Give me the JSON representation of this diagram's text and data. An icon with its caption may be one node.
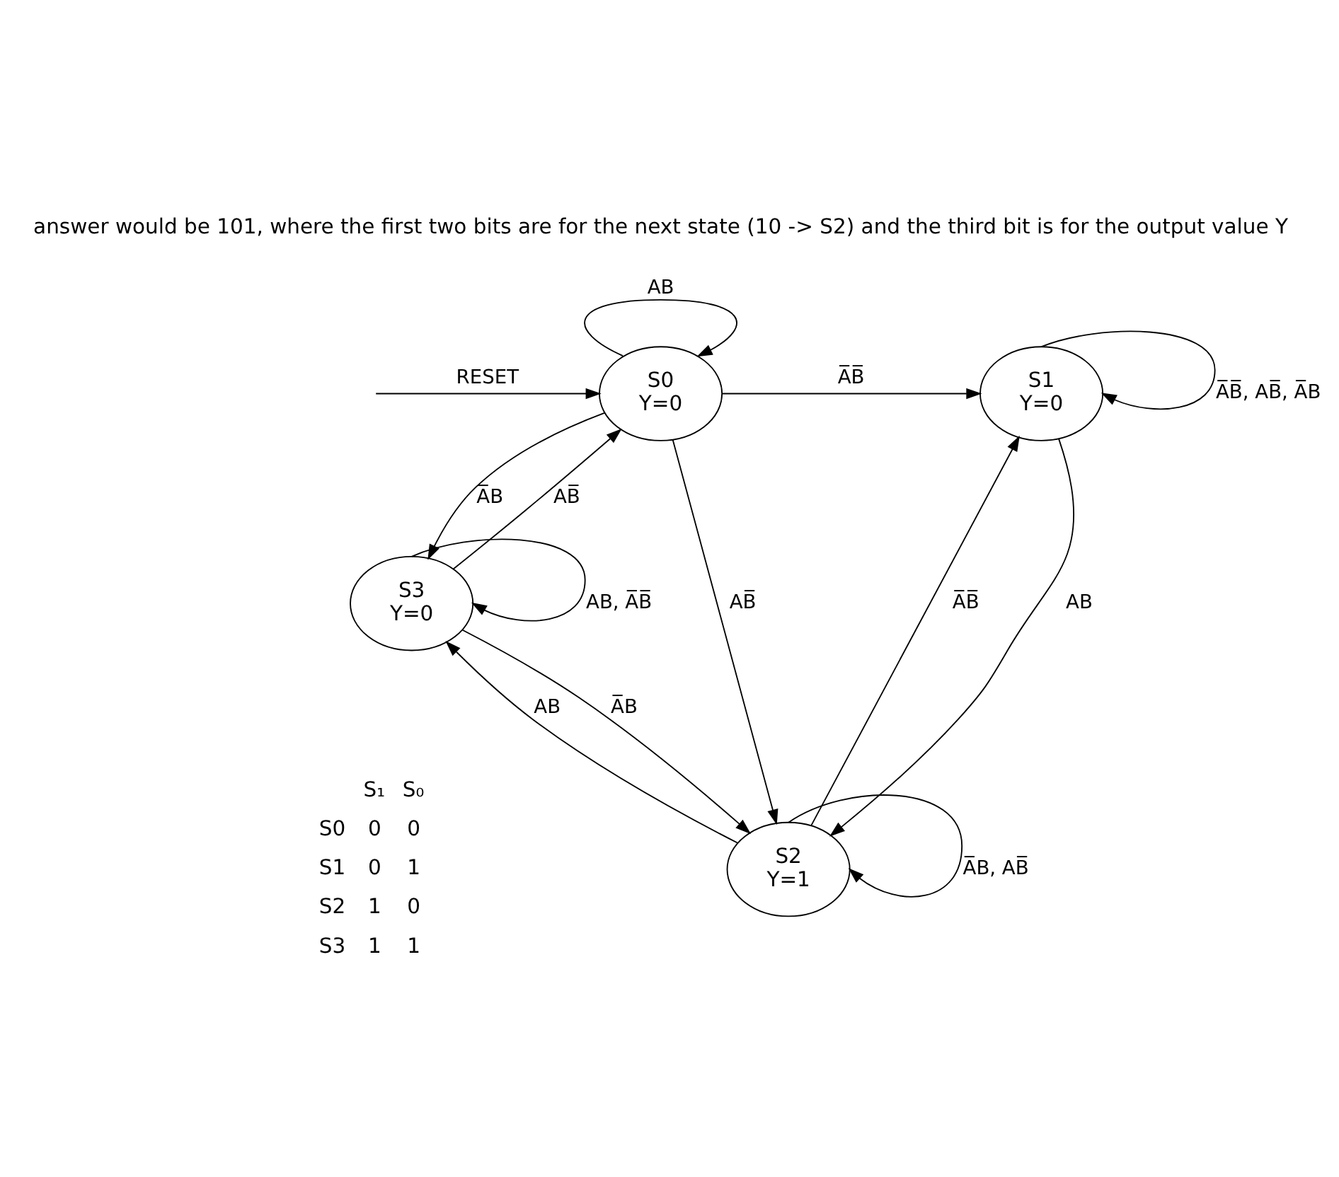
{
  "diagram": {
    "nodes": [
      {
        "text": [
          "S0",
          "Y=0"
        ]
      },
      {
        "text": [
          "S1",
          "Y=0"
        ]
      },
      {
        "text": [
          "S3",
          "Y=0"
        ]
      },
      {
        "text": [
          "S2",
          "Y=1"
        ]
      }
    ],
    "edges": [
      {
        "from": null,
        "to": 0,
        "arrow": "to",
        "label": "RESET"
      },
      {
        "from": 0,
        "to": 0,
        "arrow": "to",
        "label": "AB"
      },
      {
        "from": 0,
        "to": 1,
        "arrow": "to",
        "label": "A̅B̅"
      },
      {
        "from": 0,
        "to": 3,
        "arrow": "to",
        "label": "AB̅"
      },
      {
        "from": 0,
        "to": 2,
        "arrow": "to",
        "label": "A̅B"
      },
      {
        "from": 2,
        "to": 0,
        "arrow": "to",
        "label": "AB̅"
      },
      {
        "from": 1,
        "to": 1,
        "arrow": "to",
        "label": "A̅B̅, AB̅, A̅B"
      },
      {
        "from": 3,
        "to": 1,
        "arrow": "to",
        "label": "A̅B̅"
      },
      {
        "from": 1,
        "to": 3,
        "arrow": "to",
        "label": "AB"
      },
      {
        "from": 3,
        "to": 3,
        "arrow": "to",
        "label": "A̅B, AB̅"
      },
      {
        "from": 2,
        "to": 3,
        "arrow": "to",
        "label": "A̅B"
      },
      {
        "from": 3,
        "to": 2,
        "arrow": "to",
        "label": "AB"
      },
      {
        "from": 2,
        "to": 2,
        "arrow": "to",
        "label": "AB, A̅B̅"
      }
    ],
    "labels": [
      "answer would be 101, where the first two bits are for the next state (10 -> S2) and the third bit is for the output value Y",
      "S₁",
      "S₀",
      "S0",
      "0",
      "0",
      "S1",
      "0",
      "1",
      "S2",
      "1",
      "0",
      "S3",
      "1",
      "1"
    ]
  }
}
